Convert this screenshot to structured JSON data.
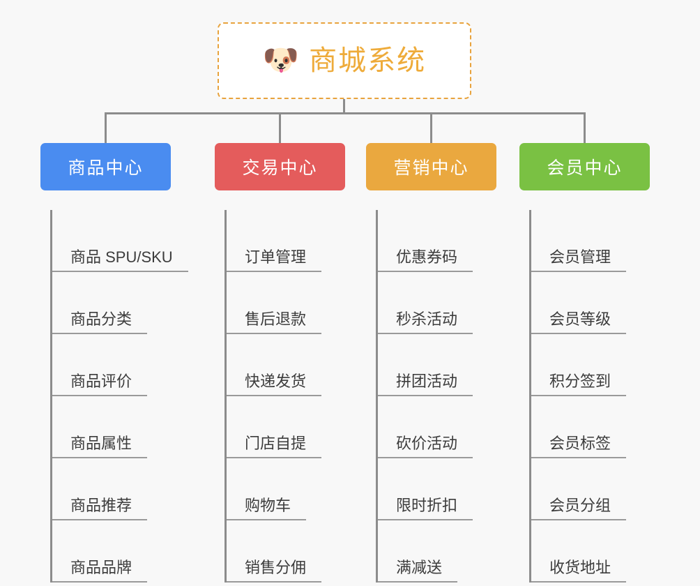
{
  "page": {
    "background_color": "#f8f8f8",
    "connector_color": "#8c8c8c"
  },
  "root": {
    "title": "商城系统",
    "emoji": "🐶",
    "emoji_name": "shiba-dog-face-emoji",
    "border_color": "#e8a33d",
    "text_color": "#eeab3a"
  },
  "columns": [
    {
      "header": "商品中心",
      "color": "#4a8cf0",
      "items": [
        "商品 SPU/SKU",
        "商品分类",
        "商品评价",
        "商品属性",
        "商品推荐",
        "商品品牌"
      ]
    },
    {
      "header": "交易中心",
      "color": "#e45c5c",
      "items": [
        "订单管理",
        "售后退款",
        "快递发货",
        "门店自提",
        "购物车",
        "销售分佣"
      ]
    },
    {
      "header": "营销中心",
      "color": "#eaa83f",
      "items": [
        "优惠券码",
        "秒杀活动",
        "拼团活动",
        "砍价活动",
        "限时折扣",
        "满减送"
      ]
    },
    {
      "header": "会员中心",
      "color": "#7ac143",
      "items": [
        "会员管理",
        "会员等级",
        "积分签到",
        "会员标签",
        "会员分组",
        "收货地址"
      ]
    }
  ]
}
